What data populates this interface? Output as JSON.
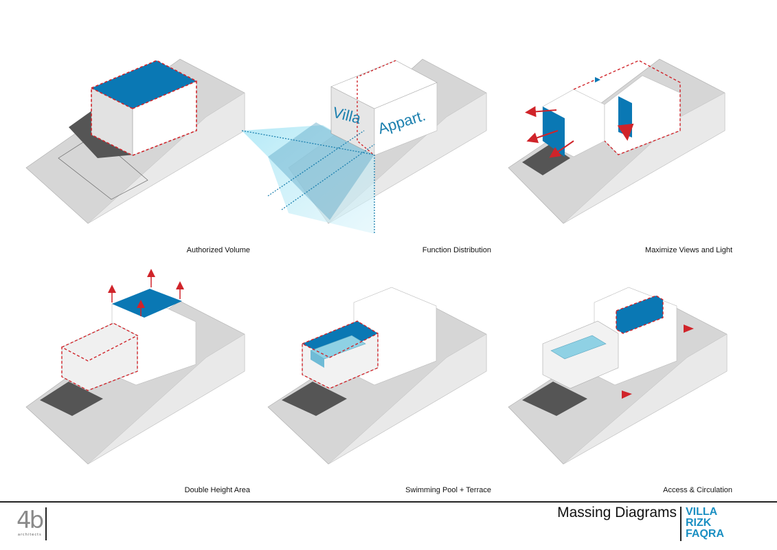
{
  "panels": [
    {
      "caption": "Authorized Volume"
    },
    {
      "caption": "Function Distribution",
      "labels": {
        "villa": "Villa",
        "appart": "Appart."
      }
    },
    {
      "caption": "Maximize Views and Light"
    },
    {
      "caption": "Double Height Area"
    },
    {
      "caption": "Swimming Pool + Terrace"
    },
    {
      "caption": "Access & Circulation"
    }
  ],
  "footer": {
    "logo_mark": "4b",
    "logo_sub": "architects",
    "title": "Massing Diagrams",
    "project_lines": [
      "VILLA",
      "RIZK",
      "FAQRA"
    ]
  },
  "colors": {
    "accent_blue": "#0a78b4",
    "pool_cyan": "#8fd1e4",
    "dashed_red": "#d0242a",
    "site_grey": "#d6d6d6",
    "shadow": "#555555",
    "project_text": "#1a8fc2"
  }
}
